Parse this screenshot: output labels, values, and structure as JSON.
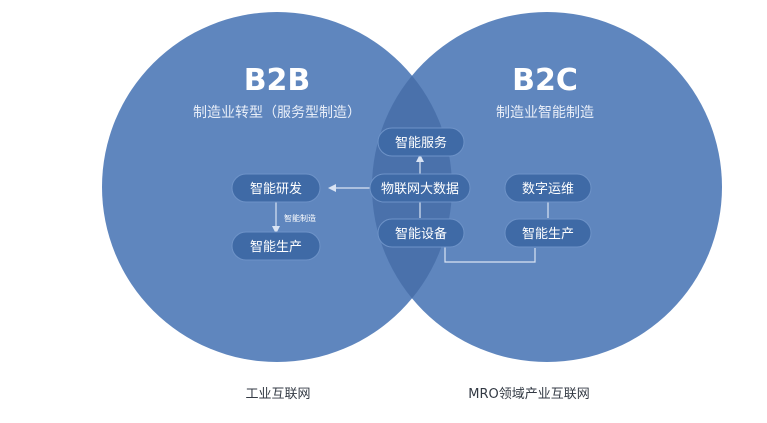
{
  "left": {
    "title": "B2B",
    "subtitle": "制造业转型（服务型制造）",
    "node_top": "智能研发",
    "node_bottom": "智能生产",
    "arrow_label": "智能制造",
    "footer": "工业互联网"
  },
  "right": {
    "title": "B2C",
    "subtitle": "制造业智能制造",
    "node_top": "数字运维",
    "node_bottom": "智能生产",
    "footer": "MRO领域产业互联网"
  },
  "center": {
    "node_top": "智能服务",
    "node_middle": "物联网大数据",
    "node_bottom": "智能设备"
  },
  "colors": {
    "circle": "#5f86be",
    "overlap": "#4a71ab",
    "pill": "#3f6aa6"
  }
}
